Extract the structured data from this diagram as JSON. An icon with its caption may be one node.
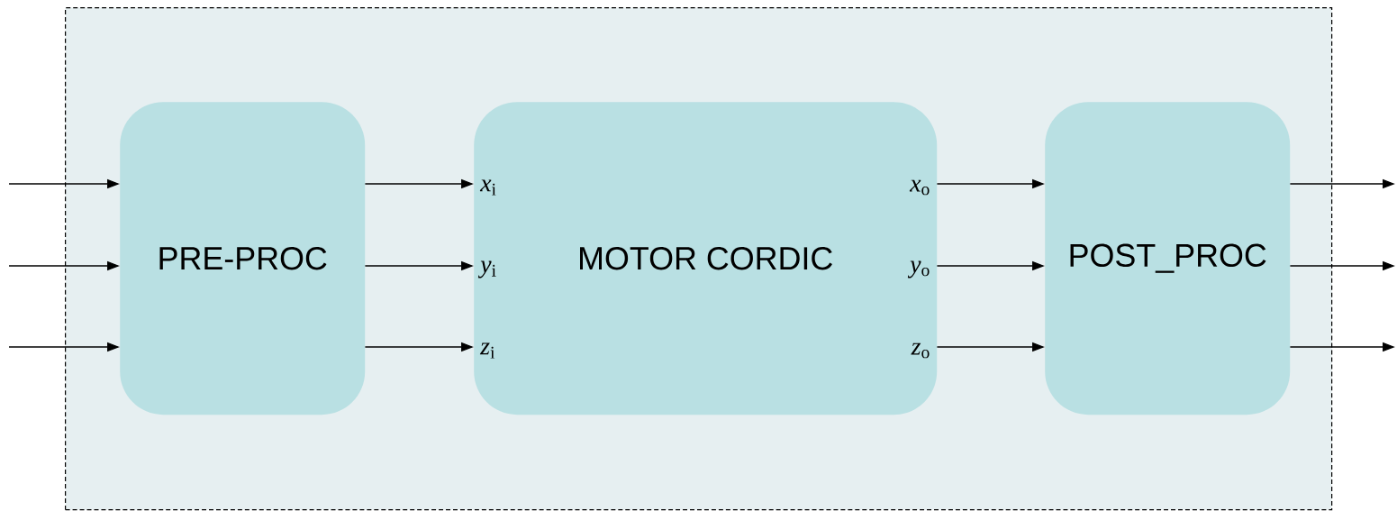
{
  "diagram": {
    "nodes": [
      {
        "text": [],
        "shape": "box"
      },
      {
        "text": [
          "PRE-PROC"
        ],
        "in": 0
      },
      {
        "text": [
          "MOTOR CORDIC",
          "*x*$_{i}$",
          "*y*$_{i}$",
          "*z*$_{i}$",
          "*x*$_{o}$",
          "*y*$_{o}$",
          "*z*$_{o}$"
        ],
        "in": 0
      },
      {
        "text": [
          "POST_PROC"
        ],
        "in": 0
      }
    ],
    "edges": [
      {
        "from": null,
        "to": 1,
        "arrow": "to"
      },
      {
        "from": null,
        "to": 1,
        "arrow": "to"
      },
      {
        "from": null,
        "to": 1,
        "arrow": "to"
      },
      {
        "from": 1,
        "to": 2,
        "arrow": "to"
      },
      {
        "from": 1,
        "to": 2,
        "arrow": "to"
      },
      {
        "from": 1,
        "to": 2,
        "arrow": "to"
      },
      {
        "from": 2,
        "to": 3,
        "arrow": "to"
      },
      {
        "from": 2,
        "to": 3,
        "arrow": "to"
      },
      {
        "from": 2,
        "to": 3,
        "arrow": "to"
      },
      {
        "from": 3,
        "to": null,
        "arrow": "to"
      },
      {
        "from": 3,
        "to": null,
        "arrow": "to"
      },
      {
        "from": 3,
        "to": null,
        "arrow": "to"
      }
    ]
  }
}
